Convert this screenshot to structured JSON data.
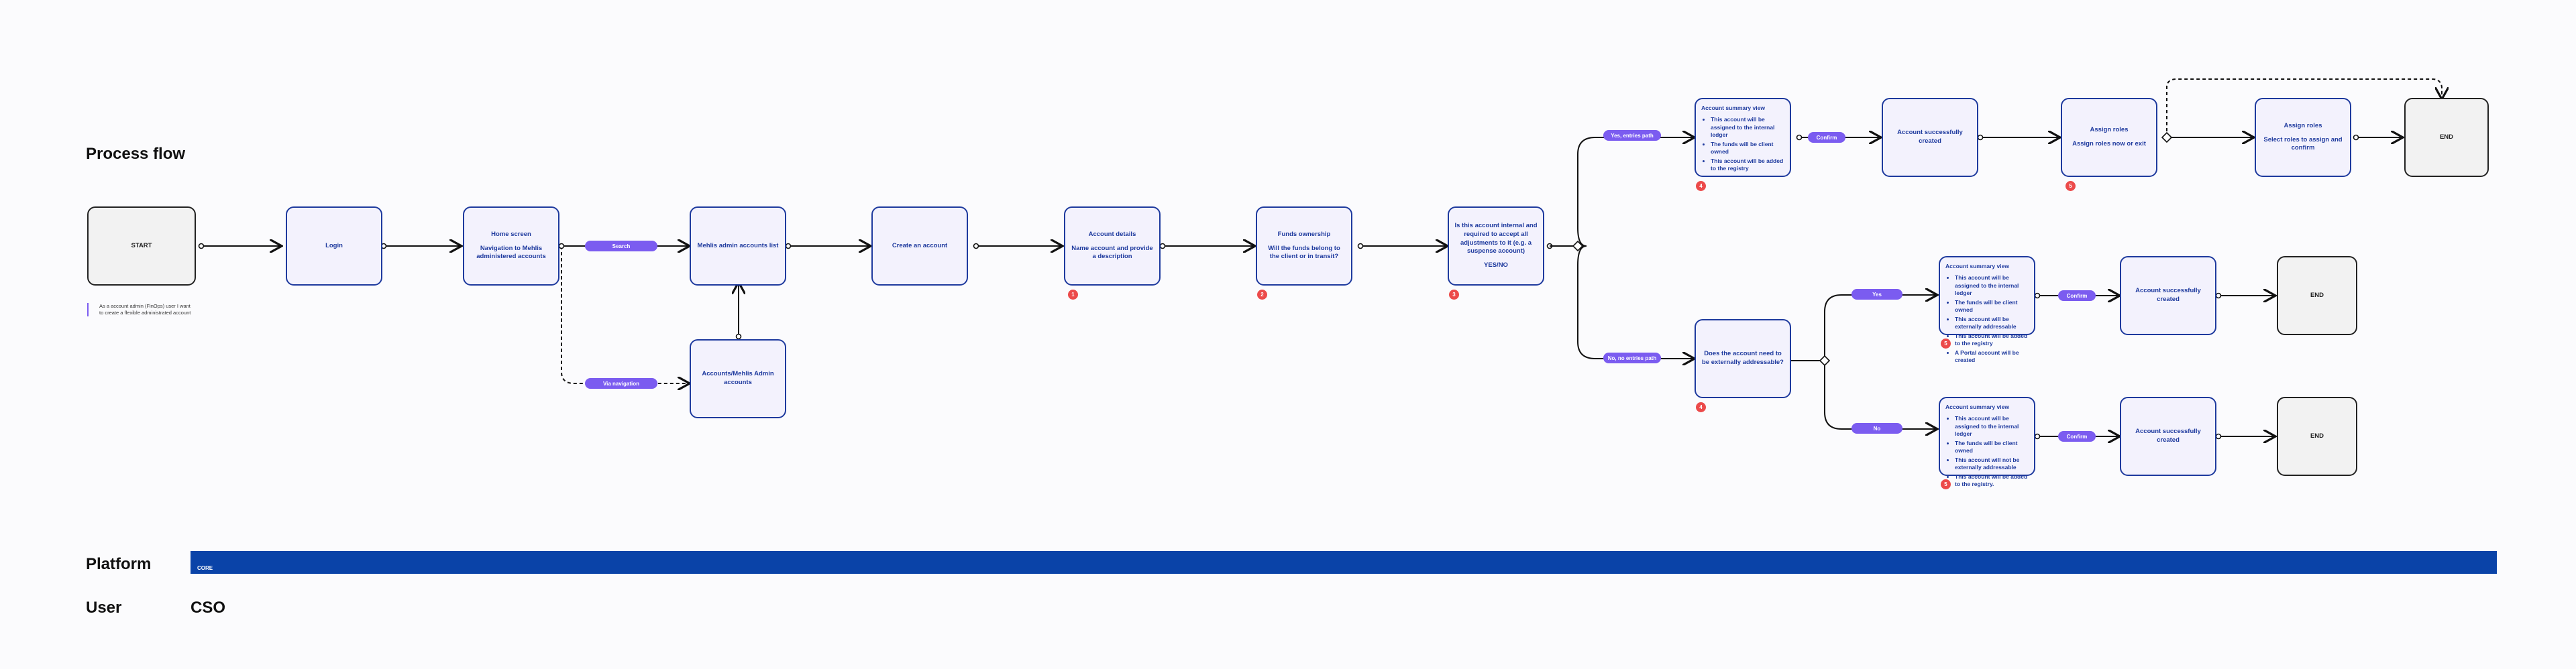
{
  "sections": {
    "process_flow": "Process flow",
    "platform": "Platform",
    "user": "User",
    "user_value": "CSO",
    "platform_bar_label": "CORE"
  },
  "note": "As a account admin (FinOps) user I want to create a flexible administrated account",
  "nodes": {
    "start": "START",
    "login": "Login",
    "home_title": "Home screen",
    "home_sub": "Navigation to Mehlis administered accounts",
    "admin_list": "Mehlis admin accounts list",
    "accounts_admin": "Accounts/Mehlis Admin accounts",
    "create": "Create an account",
    "details_title": "Account details",
    "details_sub": "Name account and provide a description",
    "funds_title": "Funds ownership",
    "funds_sub": "Will the funds belong to the client or in transit?",
    "internal_title": "Is this account internal and required to accept all adjustments to it (e.g. a suspense account)",
    "internal_sub": "YES/NO",
    "summary_top_title": "Account summary view",
    "summary_top_items": [
      "This account will be assigned to the internal ledger",
      "The funds will be client owned",
      "This account will be added to the registry"
    ],
    "created_top": "Account successfully created",
    "assign1_title": "Assign roles",
    "assign1_sub": "Assign roles now or exit",
    "assign2_title": "Assign roles",
    "assign2_sub": "Select roles to assign and confirm",
    "end": "END",
    "external_q": "Does the account need to be externally addressable?",
    "summary_mid_title": "Account summary view",
    "summary_mid_items": [
      "This account will be assigned to the internal ledger",
      "The funds will be client owned",
      "This account will be externally addressable",
      "This account will be added to the registry",
      "A Portal account will be created"
    ],
    "created_mid": "Account successfully created",
    "summary_bot_title": "Account summary view",
    "summary_bot_items": [
      "This account will be assigned to the internal ledger",
      "The funds will be client owned",
      "This account will not be externally addressable",
      "This account will be added to the registry."
    ],
    "created_bot": "Account successfully created"
  },
  "pills": {
    "search": "Search",
    "via_navigation": "Via navigation",
    "yes_entries": "Yes, entries path",
    "no_entries": "No, no entries path",
    "confirm": "Confirm",
    "yes": "Yes",
    "no": "No"
  },
  "badges": [
    "1",
    "2",
    "3",
    "4",
    "5",
    "4",
    "5",
    "5"
  ],
  "colors": {
    "node_border": "#1e3a9e",
    "node_fill": "#f3f2fd",
    "pill": "#7b5cf0",
    "badge": "#ec4a4a",
    "platform_bar": "#0a43a8"
  }
}
